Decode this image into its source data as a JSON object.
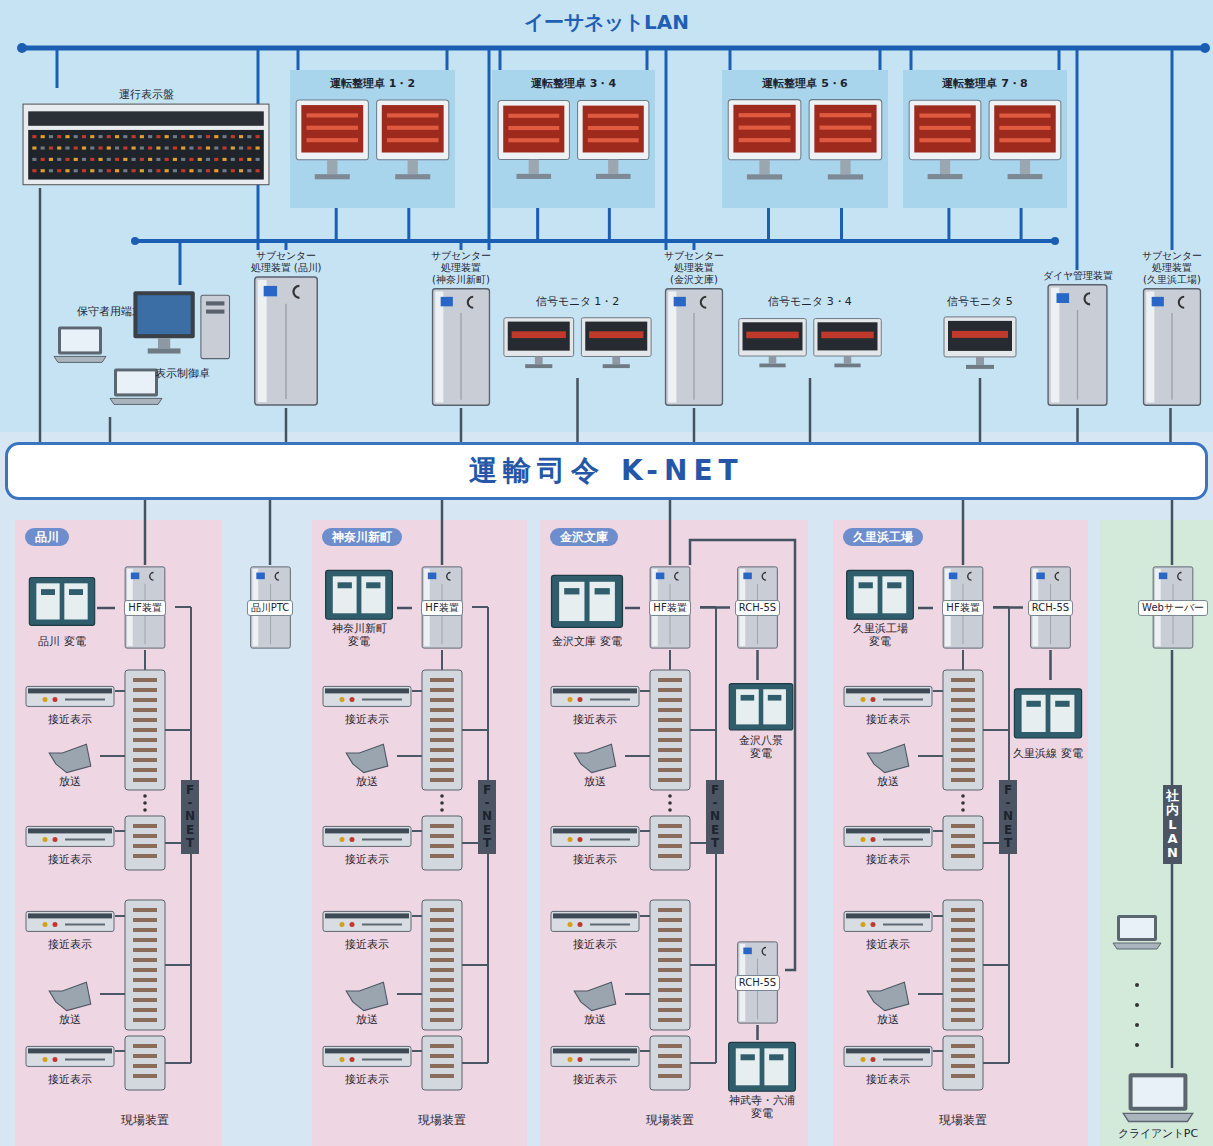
{
  "diagram": {
    "title": "イーサネットLAN",
    "nodes": [
      {
        "text": [
          "運行表示盤"
        ]
      },
      {
        "text": [
          "運転整理卓 1・2"
        ]
      },
      {
        "text": [
          "運転整理卓 3・4"
        ]
      },
      {
        "text": [
          "運転整理卓 5・6"
        ]
      },
      {
        "text": [
          "運転整理卓 7・8"
        ]
      },
      {
        "text": [
          "保守者用端末"
        ]
      },
      {
        "text": [
          "表示制御卓"
        ]
      },
      {
        "text": [
          "サブセンター 処理装置 (品川)"
        ]
      },
      {
        "text": [
          "サブセンター 処理装置 (神奈川新町)"
        ]
      },
      {
        "text": [
          "信号モニタ 1・2"
        ]
      },
      {
        "text": [
          "サブセンター 処理装置 (金沢文庫)"
        ]
      },
      {
        "text": [
          "信号モニタ 3・4"
        ]
      },
      {
        "text": [
          "信号モニタ 5"
        ]
      },
      {
        "text": [
          "ダイヤ管理装置"
        ]
      },
      {
        "text": [
          "サブセンター 処理装置 (久里浜工場)"
        ]
      },
      {
        "text": [
          "運輸司令 K-NET"
        ]
      },
      {
        "text": [
          "品川"
        ]
      },
      {
        "text": [
          "品川 変電"
        ],
        "in": 16
      },
      {
        "text": [
          "HF装置"
        ],
        "in": 16
      },
      {
        "text": [
          "接近表示"
        ],
        "in": 16
      },
      {
        "text": [
          "放送"
        ],
        "in": 16
      },
      {
        "text": [
          "接近表示"
        ],
        "in": 16
      },
      {
        "text": [
          "接近表示"
        ],
        "in": 16
      },
      {
        "text": [
          "放送"
        ],
        "in": 16
      },
      {
        "text": [
          "接近表示"
        ],
        "in": 16
      },
      {
        "text": [
          "品川PTC"
        ]
      },
      {
        "text": [
          "神奈川新町"
        ]
      },
      {
        "text": [
          "神奈川新町 変電"
        ],
        "in": 26
      },
      {
        "text": [
          "HF装置"
        ],
        "in": 26
      },
      {
        "text": [
          "接近表示"
        ],
        "in": 26
      },
      {
        "text": [
          "放送"
        ],
        "in": 26
      },
      {
        "text": [
          "接近表示"
        ],
        "in": 26
      },
      {
        "text": [
          "接近表示"
        ],
        "in": 26
      },
      {
        "text": [
          "放送"
        ],
        "in": 26
      },
      {
        "text": [
          "接近表示"
        ],
        "in": 26
      },
      {
        "text": [
          "金沢文庫"
        ]
      },
      {
        "text": [
          "金沢文庫 変電"
        ],
        "in": 35
      },
      {
        "text": [
          "HF装置"
        ],
        "in": 35
      },
      {
        "text": [
          "RCH-5S"
        ],
        "in": 35
      },
      {
        "text": [
          "接近表示"
        ],
        "in": 35
      },
      {
        "text": [
          "放送"
        ],
        "in": 35
      },
      {
        "text": [
          "接近表示"
        ],
        "in": 35
      },
      {
        "text": [
          "接近表示"
        ],
        "in": 35
      },
      {
        "text": [
          "放送"
        ],
        "in": 35
      },
      {
        "text": [
          "接近表示"
        ],
        "in": 35
      },
      {
        "text": [
          "金沢八景 変電"
        ],
        "in": 35
      },
      {
        "text": [
          "RCH-5S"
        ],
        "in": 35
      },
      {
        "text": [
          "神武寺・六浦 変電"
        ],
        "in": 35
      },
      {
        "text": [
          "久里浜工場"
        ]
      },
      {
        "text": [
          "久里浜工場 変電"
        ],
        "in": 48
      },
      {
        "text": [
          "HF装置"
        ],
        "in": 48
      },
      {
        "text": [
          "RCH-5S"
        ],
        "in": 48
      },
      {
        "text": [
          "接近表示"
        ],
        "in": 48
      },
      {
        "text": [
          "放送"
        ],
        "in": 48
      },
      {
        "text": [
          "接近表示"
        ],
        "in": 48
      },
      {
        "text": [
          "接近表示"
        ],
        "in": 48
      },
      {
        "text": [
          "放送"
        ],
        "in": 48
      },
      {
        "text": [
          "接近表示"
        ],
        "in": 48
      },
      {
        "text": [
          "久里浜線 変電"
        ],
        "in": 48
      },
      {
        "text": [
          "社内LAN"
        ]
      },
      {
        "text": [
          "Webサーバー"
        ],
        "in": 59
      },
      {
        "text": [
          "クライアントPC"
        ],
        "in": 59
      }
    ],
    "edges": [
      {
        "from": 0,
        "to": 15,
        "arrow": "none"
      },
      {
        "from": 5,
        "to": 15,
        "arrow": "none"
      },
      {
        "from": 7,
        "to": 15,
        "arrow": "none"
      },
      {
        "from": 8,
        "to": 15,
        "arrow": "none"
      },
      {
        "from": 9,
        "to": 15,
        "arrow": "none"
      },
      {
        "from": 10,
        "to": 15,
        "arrow": "none"
      },
      {
        "from": 11,
        "to": 15,
        "arrow": "none"
      },
      {
        "from": 12,
        "to": 15,
        "arrow": "none"
      },
      {
        "from": 13,
        "to": 15,
        "arrow": "none"
      },
      {
        "from": 14,
        "to": 15,
        "arrow": "none"
      },
      {
        "from": 15,
        "to": 18,
        "arrow": "none"
      },
      {
        "from": 15,
        "to": 25,
        "arrow": "none"
      },
      {
        "from": 15,
        "to": 28,
        "arrow": "none"
      },
      {
        "from": 15,
        "to": 37,
        "arrow": "none"
      },
      {
        "from": 15,
        "to": 50,
        "arrow": "none"
      },
      {
        "from": 15,
        "to": 60,
        "arrow": "none"
      },
      {
        "from": 18,
        "to": 17,
        "arrow": "none"
      },
      {
        "from": 28,
        "to": 27,
        "arrow": "none"
      },
      {
        "from": 37,
        "to": 36,
        "arrow": "none"
      },
      {
        "from": 37,
        "to": 38,
        "arrow": "none"
      },
      {
        "from": 38,
        "to": 45,
        "arrow": "none"
      },
      {
        "from": 37,
        "to": 46,
        "arrow": "none"
      },
      {
        "from": 46,
        "to": 47,
        "arrow": "none"
      },
      {
        "from": 50,
        "to": 49,
        "arrow": "none"
      },
      {
        "from": 50,
        "to": 51,
        "arrow": "none"
      },
      {
        "from": 51,
        "to": 58,
        "arrow": "none"
      },
      {
        "from": 60,
        "to": 61,
        "arrow": "none"
      }
    ],
    "labels": [
      "F-NET",
      "現場装置",
      "F-NET",
      "現場装置",
      "F-NET",
      "現場装置",
      "F-NET",
      "現場装置"
    ]
  }
}
